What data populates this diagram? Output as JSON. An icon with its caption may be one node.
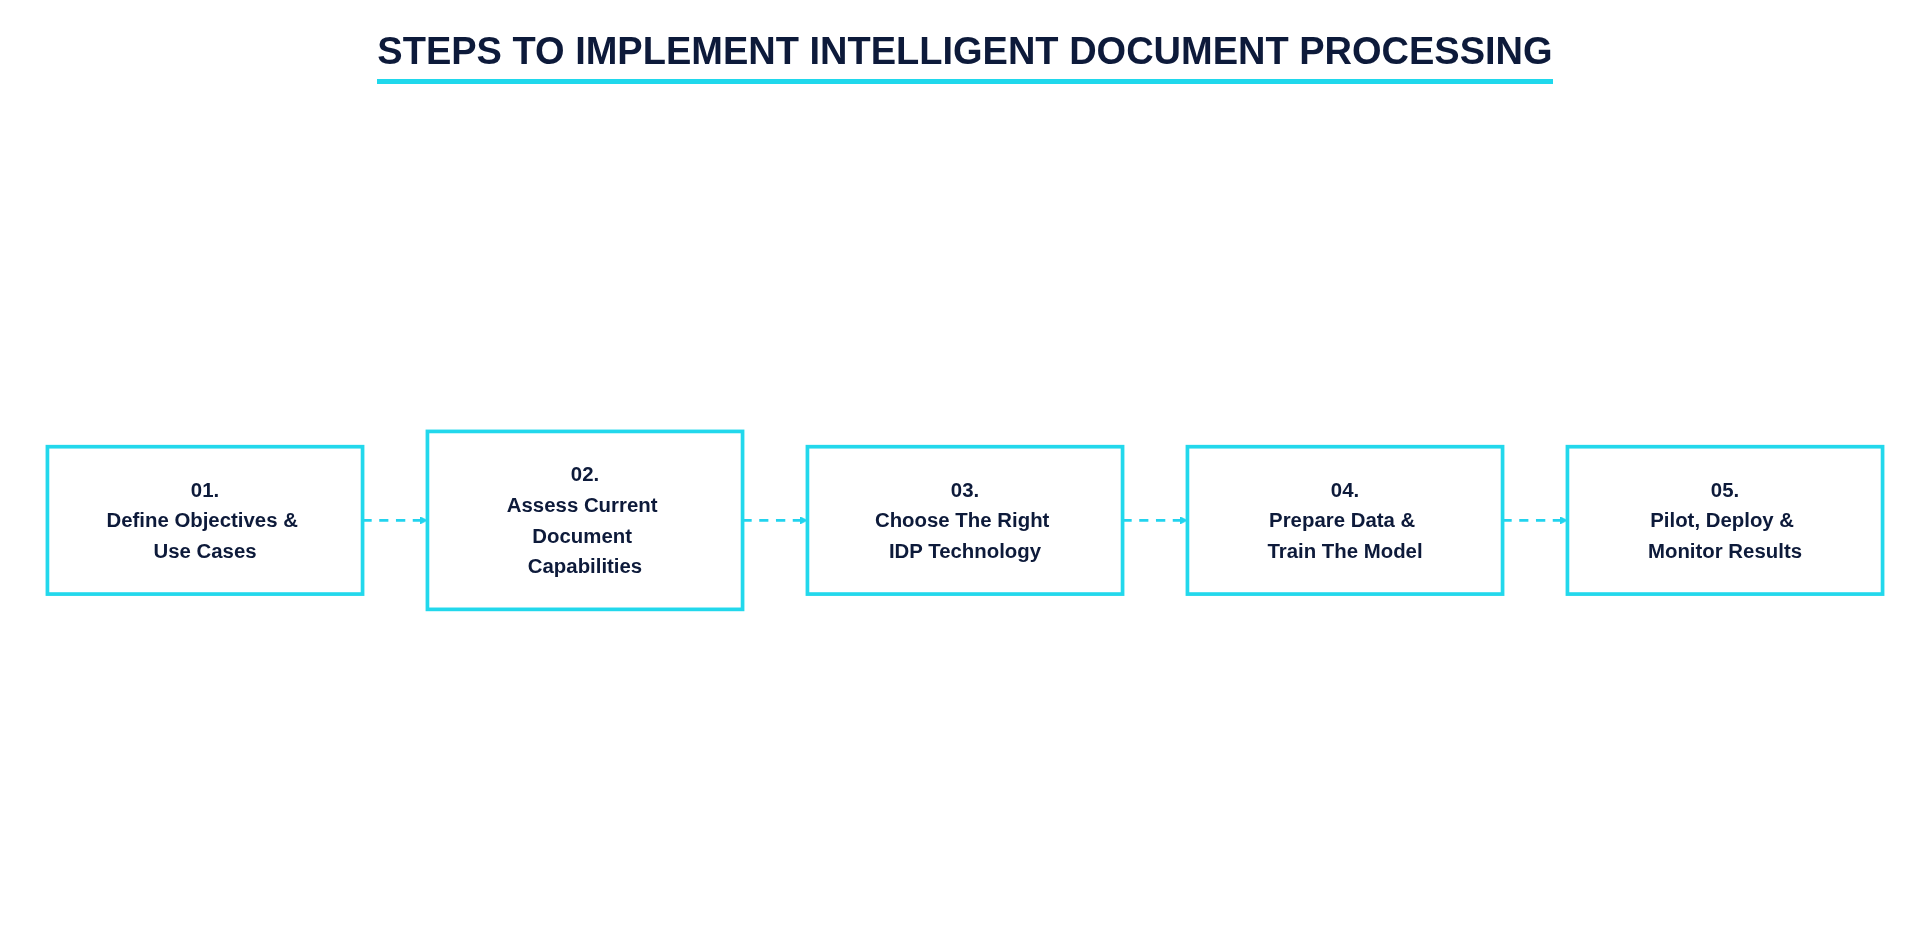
{
  "diagram": {
    "title": "STEPS TO IMPLEMENT INTELLIGENT DOCUMENT PROCESSING",
    "nodes": [
      {
        "text": [
          "01.",
          "Define Objectives & Use Cases"
        ]
      },
      {
        "text": [
          "02.",
          "Assess Current Document Capabilities"
        ]
      },
      {
        "text": [
          "03.",
          "Choose The Right IDP Technology"
        ]
      },
      {
        "text": [
          "04.",
          "Prepare Data & Train The Model"
        ]
      },
      {
        "text": [
          "05.",
          "Pilot, Deploy & Monitor Results"
        ]
      }
    ],
    "edges": [
      {
        "from": 0,
        "to": 1,
        "arrow": "to",
        "style": "dashed"
      },
      {
        "from": 1,
        "to": 2,
        "arrow": "to",
        "style": "dashed"
      },
      {
        "from": 2,
        "to": 3,
        "arrow": "to",
        "style": "dashed"
      },
      {
        "from": 3,
        "to": 4,
        "arrow": "to",
        "style": "dashed"
      }
    ]
  }
}
